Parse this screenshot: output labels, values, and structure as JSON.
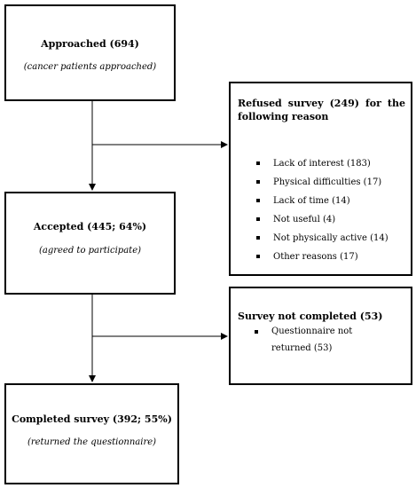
{
  "flow": {
    "approached": {
      "title": "Approached (694)",
      "subtitle": "(cancer patients approached)"
    },
    "accepted": {
      "title": "Accepted (445; 64%)",
      "subtitle": "(agreed to participate)"
    },
    "completed": {
      "title": "Completed survey (392; 55%)",
      "subtitle": "(returned the questionnaire)"
    }
  },
  "side": {
    "refused": {
      "title": "Refused survey (249) for the following reason",
      "reasons": [
        "Lack of interest (183)",
        "Physical difficulties (17)",
        "Lack of time (14)",
        "Not useful (4)",
        "Not physically active (14)",
        "Other reasons (17)"
      ]
    },
    "incomplete": {
      "title": "Survey not completed (53)",
      "reasons": [
        "Questionnaire not returned (53)"
      ]
    }
  },
  "colors": {
    "line": "#000000",
    "background": "#ffffff"
  }
}
